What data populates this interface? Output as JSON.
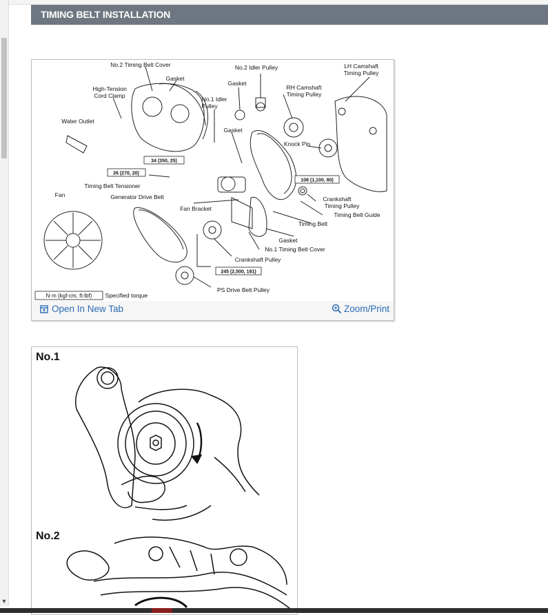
{
  "header": {
    "title": "TIMING BELT INSTALLATION"
  },
  "figure1": {
    "labels": {
      "timing_belt_cover_no2": "No.2 Timing Belt Cover",
      "idler_pulley_no2": "No.2 Idler Pulley",
      "lh_camshaft_line1": "LH Camshaft",
      "lh_camshaft_line2": "Timing Pulley",
      "gasket_top": "Gasket",
      "gasket_upper_right": "Gasket",
      "rh_camshaft_line1": "RH  Camshaft",
      "rh_camshaft_line2": "Timing Pulley",
      "cord_clamp_line1": "High-Tension",
      "cord_clamp_line2": "Cord Clamp",
      "idler_pulley_no1_line1": "No.1 Idler",
      "idler_pulley_no1_line2": "Pulley",
      "water_outlet": "Water Outlet",
      "gasket_mid": "Gasket",
      "knock_pin": "Knock Pin",
      "torque_34": "34 (350, 25)",
      "torque_26": "26 (270, 20)",
      "torque_108": "108 (1,100, 80)",
      "tensioner": "Timing Belt Tensioner",
      "fan": "Fan",
      "generator_belt": "Generator Drive Belt",
      "crank_pulley_line1": "Crankshaft",
      "crank_pulley_line2": "Timing Pulley",
      "fan_bracket": "Fan Bracket",
      "belt_guide": "Timing Belt Guide",
      "timing_belt": "Timing Belt",
      "gasket_lower": "Gasket",
      "belt_cover_no1": "No.1 Timing Belt Cover",
      "crankshaft_pulley": "Crankshaft Pulley",
      "torque_245": "245 (2,500, 181)",
      "ps_pulley": "PS Drive Belt Pulley",
      "legend_box": "N·m (kgf-cm, ft-lbf)",
      "legend_text": ": Specified torque"
    },
    "open_new_tab": "Open In New Tab",
    "zoom_print": "Zoom/Print"
  },
  "figure2": {
    "label_no1": "No.1",
    "label_no2": "No.2"
  },
  "colors": {
    "header_bg": "#6e7781",
    "link": "#2b6bb5"
  }
}
